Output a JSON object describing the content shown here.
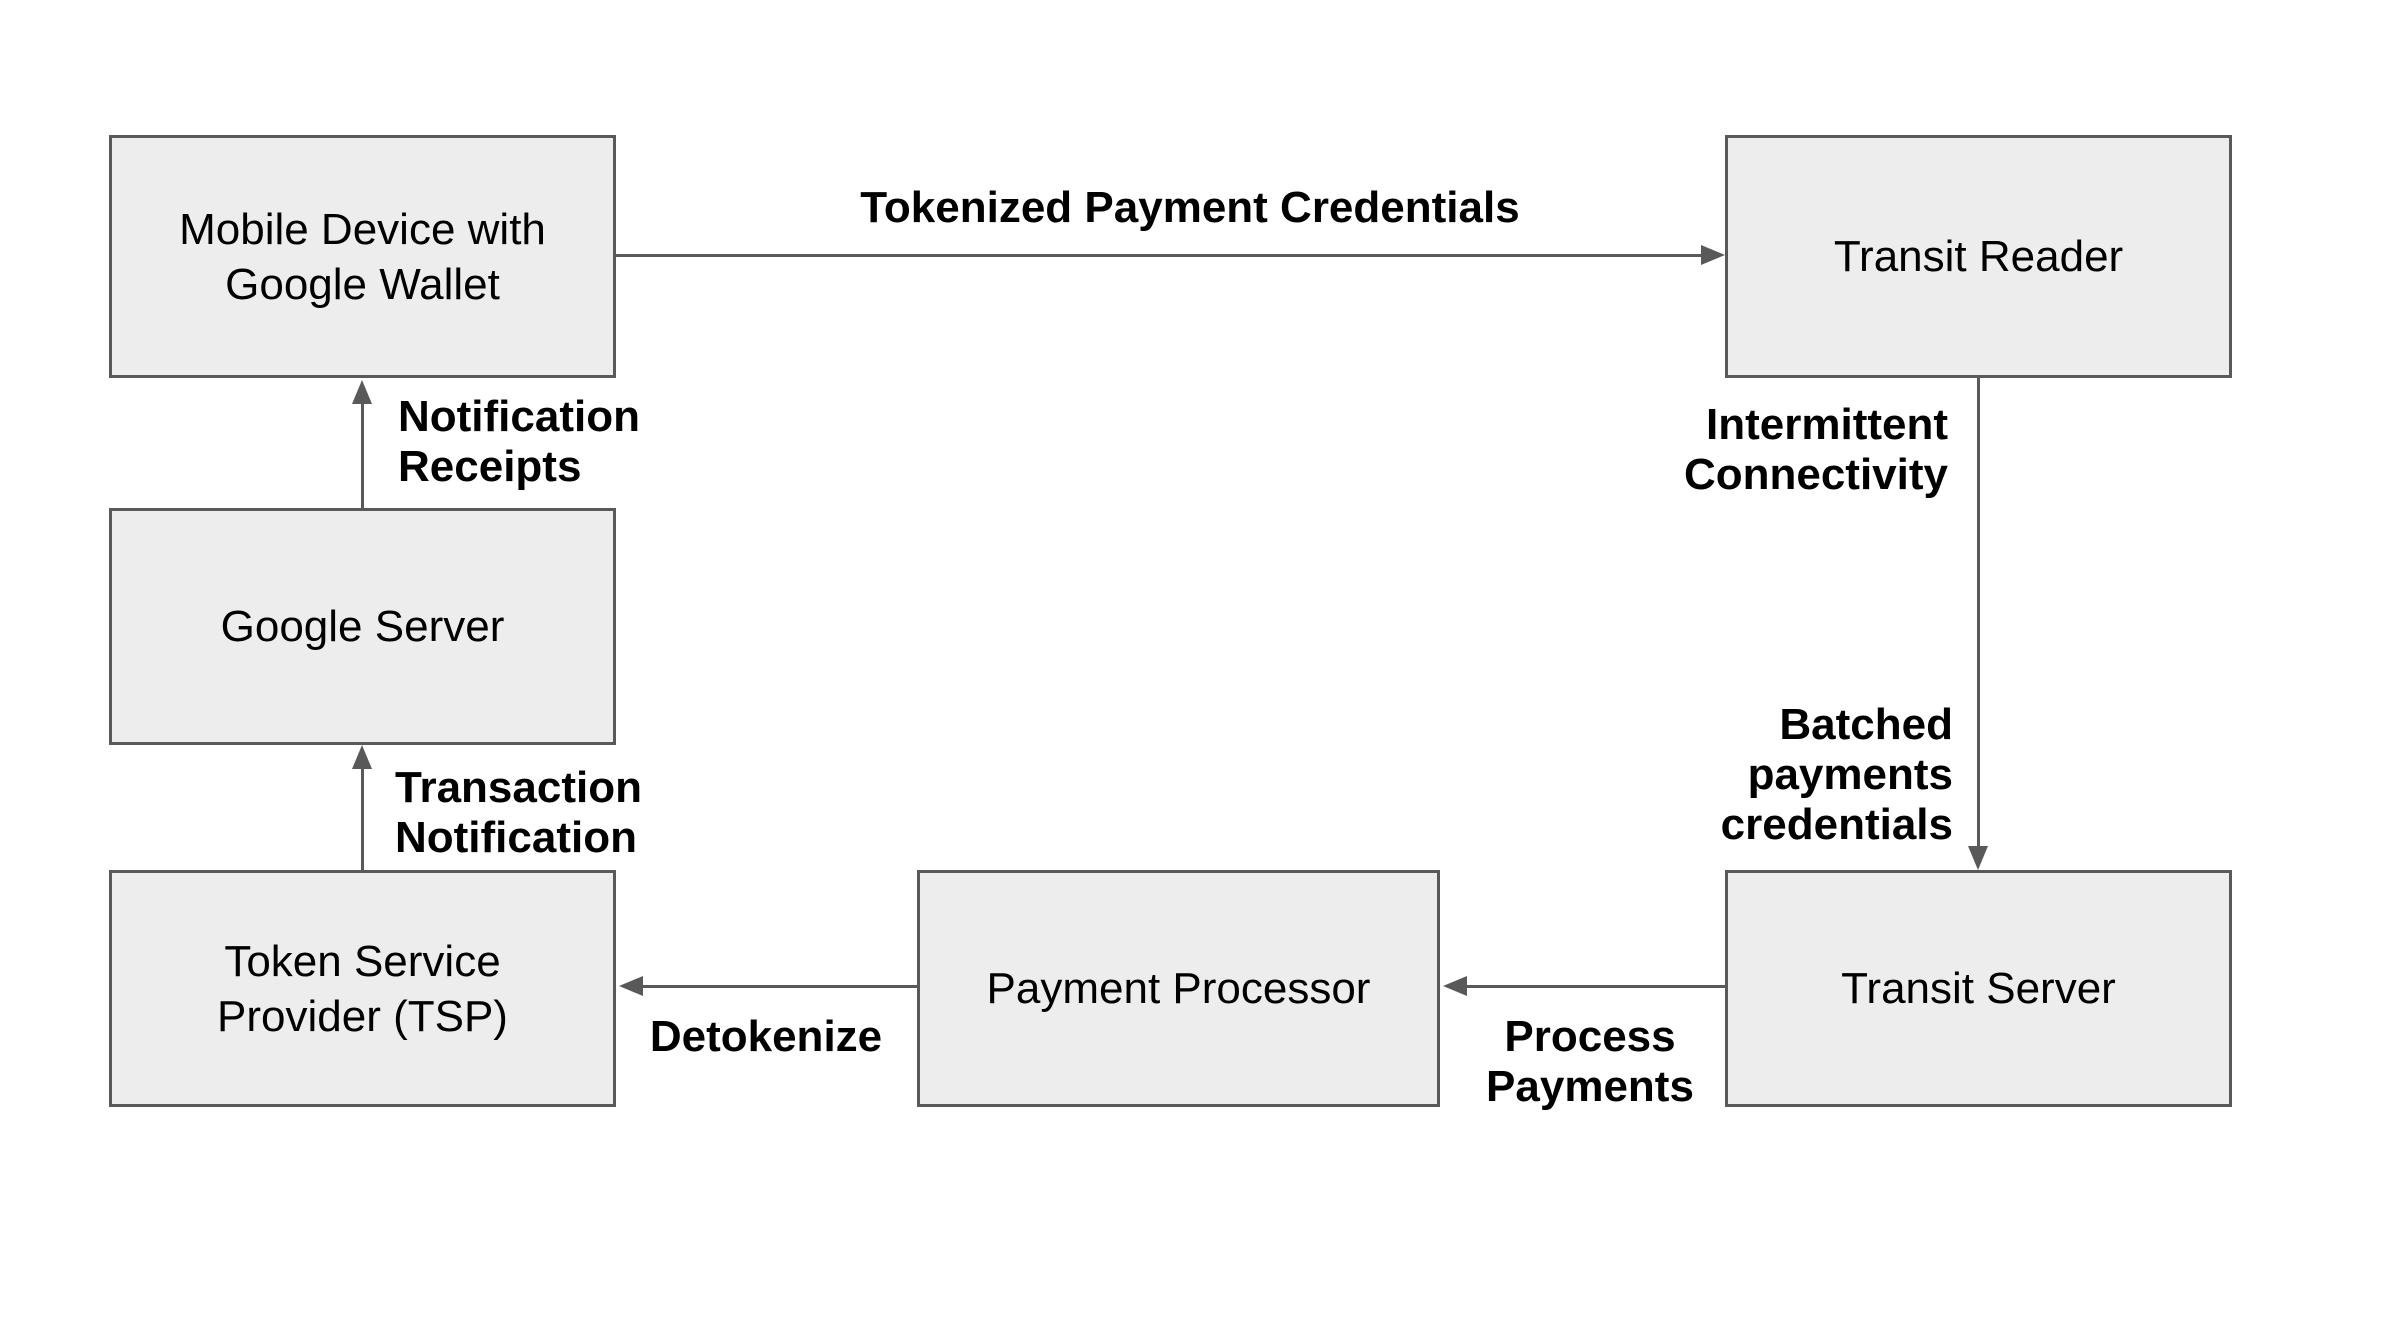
{
  "theme": {
    "background": "#ffffff",
    "node_fill": "#ededed",
    "node_border": "#595959",
    "connector": "#595959",
    "node_text": "#000000",
    "label_text": "#000000"
  },
  "diagram": {
    "type": "flow-diagram",
    "nodes": {
      "mobile_device": {
        "label": "Mobile Device with\nGoogle Wallet"
      },
      "transit_reader": {
        "label": "Transit Reader"
      },
      "google_server": {
        "label": "Google Server"
      },
      "tsp": {
        "label": "Token Service\nProvider (TSP)"
      },
      "payment_processor": {
        "label": "Payment Processor"
      },
      "transit_server": {
        "label": "Transit Server"
      }
    },
    "edges": {
      "tokenized": {
        "from": "mobile_device",
        "to": "transit_reader",
        "direction": "right",
        "label": "Tokenized Payment Credentials"
      },
      "reader_to_server": {
        "from": "transit_reader",
        "to": "transit_server",
        "direction": "down",
        "label_top": "Intermittent\nConnectivity",
        "label_bottom": "Batched\npayments\ncredentials"
      },
      "process_payments": {
        "from": "transit_server",
        "to": "payment_processor",
        "direction": "left",
        "label": "Process\nPayments"
      },
      "detokenize": {
        "from": "payment_processor",
        "to": "tsp",
        "direction": "left",
        "label": "Detokenize"
      },
      "transaction_notification": {
        "from": "tsp",
        "to": "google_server",
        "direction": "up",
        "label": "Transaction\nNotification"
      },
      "notification_receipts": {
        "from": "google_server",
        "to": "mobile_device",
        "direction": "up",
        "label": "Notification\nReceipts"
      }
    }
  }
}
